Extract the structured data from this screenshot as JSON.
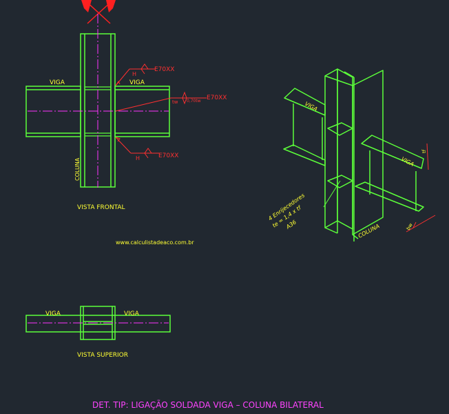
{
  "colors": {
    "background": "#212830",
    "steel": "#5cff3a",
    "centerline": "#ff33ff",
    "weld": "#ff3030",
    "text": "#ffff33",
    "title": "#ff44ff"
  },
  "front_view": {
    "label_beam_left": "VIGA",
    "label_beam_right": "VIGA",
    "label_column": "COLUNA",
    "weld_top": "E70XX",
    "weld_top_size": "H",
    "weld_mid": "E70XX",
    "weld_mid_size": "tw",
    "weld_mid_dim": "0,70tw",
    "weld_bottom": "E70XX",
    "weld_bottom_size": "H",
    "caption": "VISTA  FRONTAL"
  },
  "website": "www.calculistadeaco.com.br",
  "iso_view": {
    "label_beam_left": "VIGA",
    "label_beam_right": "VIGA",
    "label_column": "COLUNA",
    "stiffener_line1": "4  Enrijecedores",
    "stiffener_line2": "te  =  1,4  x  tf",
    "stiffener_line3": "A36",
    "dim_tf": "tf",
    "dim_bw": "bw"
  },
  "top_view": {
    "label_beam_left": "VIGA",
    "label_beam_right": "VIGA",
    "caption": "VISTA  SUPERIOR"
  },
  "title": "DET.  TIP:  LIGAÇÃO  SOLDADA  VIGA  –  COLUNA  BILATERAL"
}
